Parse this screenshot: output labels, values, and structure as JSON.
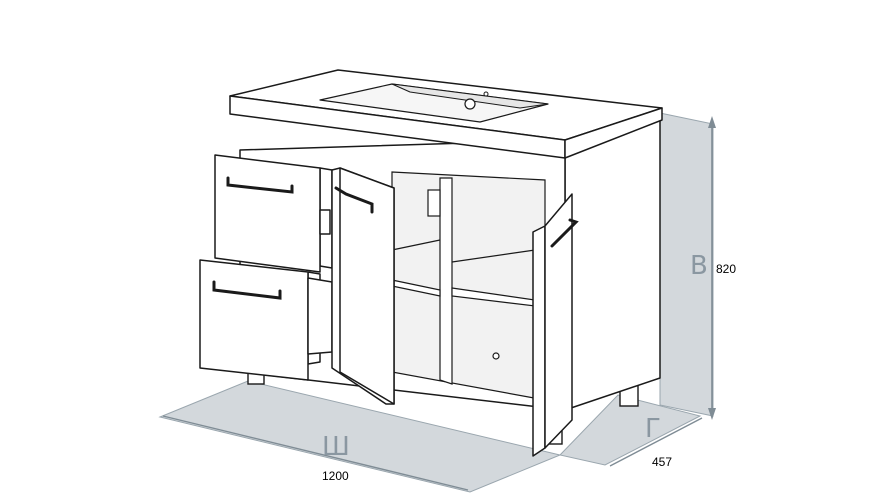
{
  "dimensions": {
    "width": {
      "letter": "Ш",
      "value": "1200"
    },
    "depth": {
      "letter": "Г",
      "value": "457"
    },
    "height": {
      "letter": "В",
      "value": "820"
    }
  },
  "colors": {
    "dimension_fill": "#d3d8dc",
    "dimension_stroke": "#7f8c95",
    "line": "#1a1a1a",
    "cabinet_fill": "#ffffff",
    "interior_shade": "#f2f2f2"
  }
}
